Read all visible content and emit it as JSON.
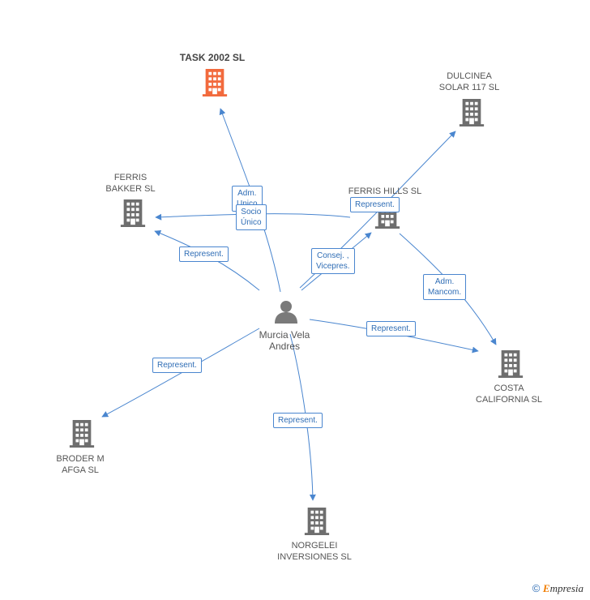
{
  "nodes": {
    "task2002": {
      "name": "TASK 2002 SL",
      "type": "company",
      "highlight": true
    },
    "dulcinea": {
      "name_line1": "DULCINEA",
      "name_line2": "SOLAR 117 SL",
      "type": "company"
    },
    "ferris_bakker": {
      "name_line1": "FERRIS",
      "name_line2": "BAKKER SL",
      "type": "company"
    },
    "ferris_hills": {
      "name": "FERRIS HILLS SL",
      "type": "company"
    },
    "person": {
      "name_line1": "Murcia Vela",
      "name_line2": "Andres",
      "type": "person"
    },
    "costa": {
      "name_line1": "COSTA",
      "name_line2": "CALIFORNIA SL",
      "type": "company"
    },
    "broder": {
      "name_line1": "BRODER M",
      "name_line2": "AFGA SL",
      "type": "company"
    },
    "norgelei": {
      "name_line1": "NORGELEI",
      "name_line2": "INVERSIONES SL",
      "type": "company"
    }
  },
  "edges": {
    "adm_task": {
      "line1": "Adm.",
      "line2": "Unico"
    },
    "socio_unico": {
      "line1": "Socio",
      "line2": "Único"
    },
    "represent_hills": "Represent.",
    "represent_bakker": "Represent.",
    "consej": {
      "line1": "Consej. ,",
      "line2": "Vicepres."
    },
    "adm_mancom": {
      "line1": "Adm.",
      "line2": "Mancom."
    },
    "represent_costa": "Represent.",
    "represent_broder": "Represent.",
    "represent_norgelei": "Represent."
  },
  "colors": {
    "company": "#6e6e6e",
    "highlight": "#f26a3d",
    "edge": "#4a86cf",
    "person": "#7a7a7a"
  },
  "footer": {
    "copyright": "©",
    "brand_initial": "E",
    "brand_rest": "mpresia"
  }
}
